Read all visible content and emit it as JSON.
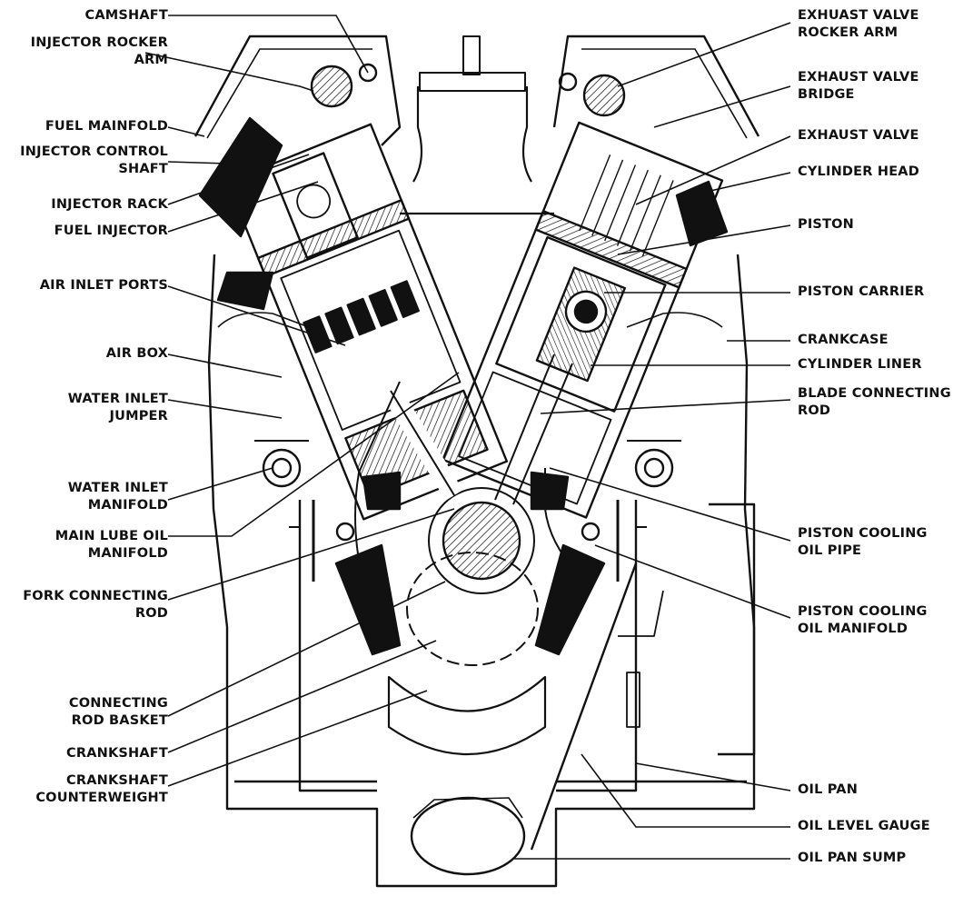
{
  "left_labels": [
    {
      "id": "camshaft",
      "lines": [
        "CAMSHAFT"
      ]
    },
    {
      "id": "injector-rocker-arm",
      "lines": [
        "INJECTOR ROCKER",
        "ARM"
      ]
    },
    {
      "id": "fuel-mainfold",
      "lines": [
        "FUEL MAINFOLD"
      ]
    },
    {
      "id": "injector-control-shaft",
      "lines": [
        "INJECTOR CONTROL",
        "SHAFT"
      ]
    },
    {
      "id": "injector-rack",
      "lines": [
        "INJECTOR RACK"
      ]
    },
    {
      "id": "fuel-injector",
      "lines": [
        "FUEL INJECTOR"
      ]
    },
    {
      "id": "air-inlet-ports",
      "lines": [
        "AIR INLET PORTS"
      ]
    },
    {
      "id": "air-box",
      "lines": [
        "AIR BOX"
      ]
    },
    {
      "id": "water-inlet-jumper",
      "lines": [
        "WATER INLET",
        "JUMPER"
      ]
    },
    {
      "id": "water-inlet-manifold",
      "lines": [
        "WATER INLET",
        "MANIFOLD"
      ]
    },
    {
      "id": "main-lube-oil-manifold",
      "lines": [
        "MAIN LUBE OIL",
        "MANIFOLD"
      ]
    },
    {
      "id": "fork-connecting-rod",
      "lines": [
        "FORK CONNECTING",
        "ROD"
      ]
    },
    {
      "id": "connecting-rod-basket",
      "lines": [
        "CONNECTING",
        "ROD BASKET"
      ]
    },
    {
      "id": "crankshaft",
      "lines": [
        "CRANKSHAFT"
      ]
    },
    {
      "id": "crankshaft-counterweight",
      "lines": [
        "CRANKSHAFT",
        "COUNTERWEIGHT"
      ]
    }
  ],
  "right_labels": [
    {
      "id": "exhaust-valve-rocker-arm",
      "lines": [
        "EXHUAST VALVE",
        "ROCKER ARM"
      ]
    },
    {
      "id": "exhaust-valve-bridge",
      "lines": [
        "EXHAUST VALVE",
        "BRIDGE"
      ]
    },
    {
      "id": "exhaust-valve",
      "lines": [
        "EXHAUST VALVE"
      ]
    },
    {
      "id": "cylinder-head",
      "lines": [
        "CYLINDER HEAD"
      ]
    },
    {
      "id": "piston",
      "lines": [
        "PISTON"
      ]
    },
    {
      "id": "piston-carrier",
      "lines": [
        "PISTON CARRIER"
      ]
    },
    {
      "id": "crankcase",
      "lines": [
        "CRANKCASE"
      ]
    },
    {
      "id": "cylinder-liner",
      "lines": [
        "CYLINDER LINER"
      ]
    },
    {
      "id": "blade-connecting-rod",
      "lines": [
        "BLADE CONNECTING",
        "ROD"
      ]
    },
    {
      "id": "piston-cooling-oil-pipe",
      "lines": [
        "PISTON COOLING",
        "OIL PIPE"
      ]
    },
    {
      "id": "piston-cooling-oil-manifold",
      "lines": [
        "PISTON COOLING",
        "OIL MANIFOLD"
      ]
    },
    {
      "id": "oil-pan",
      "lines": [
        "OIL PAN"
      ]
    },
    {
      "id": "oil-level-gauge",
      "lines": [
        "OIL LEVEL GAUGE"
      ]
    },
    {
      "id": "oil-pan-sump",
      "lines": [
        "OIL PAN SUMP"
      ]
    }
  ]
}
